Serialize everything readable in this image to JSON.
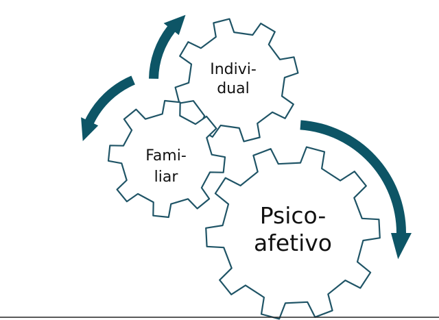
{
  "diagram": {
    "colors": {
      "arrow": "#0d5566",
      "gear_outline": "#1f5466",
      "text": "#111111"
    },
    "gears": [
      {
        "id": "individual",
        "lines": [
          "Indivi-",
          "dual"
        ]
      },
      {
        "id": "familiar",
        "lines": [
          "Fami-",
          "liar"
        ]
      },
      {
        "id": "psicoafetivo",
        "lines": [
          "Psico-",
          "afetivo"
        ]
      }
    ],
    "arrows": [
      {
        "id": "top-left",
        "icon": "curved-arrow-icon"
      },
      {
        "id": "left",
        "icon": "curved-arrow-icon"
      },
      {
        "id": "right",
        "icon": "curved-arrow-icon"
      }
    ]
  }
}
